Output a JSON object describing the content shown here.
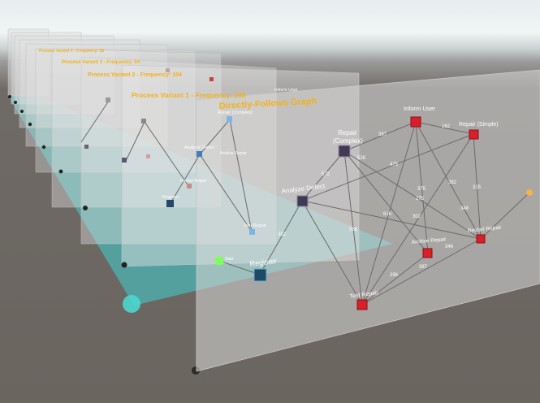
{
  "colors": {
    "accent_teal": "#3fd0cf",
    "plane": "#d9d9d9",
    "title_gold": "#f2b21a",
    "node_red": "#d91f2a",
    "node_blue": "#3f7fbd",
    "node_dark": "#3f3a55",
    "start_green": "#7fff5a",
    "end_orange": "#f5b24a"
  },
  "planes": {
    "front_title": "Directly-Follows Graph",
    "process_variant_1": "Process Variant 1 - Frequency: 268",
    "process_variant_2": "Process Variant 2 - Frequency: 104",
    "process_variant_3": "Process Variant 3 - Frequency: 64",
    "process_variant_4": "Process Variant 4 - Frequency: 58"
  },
  "nodes": {
    "inform_user": "Inform User",
    "repair_simple": "Repair (Simple)",
    "repair_complex_line1": "Repair",
    "repair_complex_line2": "(Complex)",
    "analyze_defect": "Analyze Defect",
    "register": "Register",
    "start": "Start",
    "archive_repair": "Archive Repair",
    "restart_repair": "Restart Repair",
    "test_repair": "Test Repair"
  },
  "edges": {
    "e1": "397",
    "e2": "162",
    "e3": "526",
    "e4": "572",
    "e5": "475",
    "e6": "375",
    "e7": "382",
    "e8": "315",
    "e9": "616",
    "e10": "275",
    "e11": "302",
    "e12": "348",
    "e13": "382",
    "e14": "568",
    "e15": "296",
    "e16": "387",
    "e17": "346"
  },
  "back_planes": {
    "inform_user": "Inform User",
    "repair_complex": "Repair (Complex)",
    "analyze_defect": "Analyze Defect",
    "register": "Register",
    "test_repair": "Test Repair",
    "archive_repair": "Archive Repair",
    "restart_repair": "Restart Repair"
  }
}
